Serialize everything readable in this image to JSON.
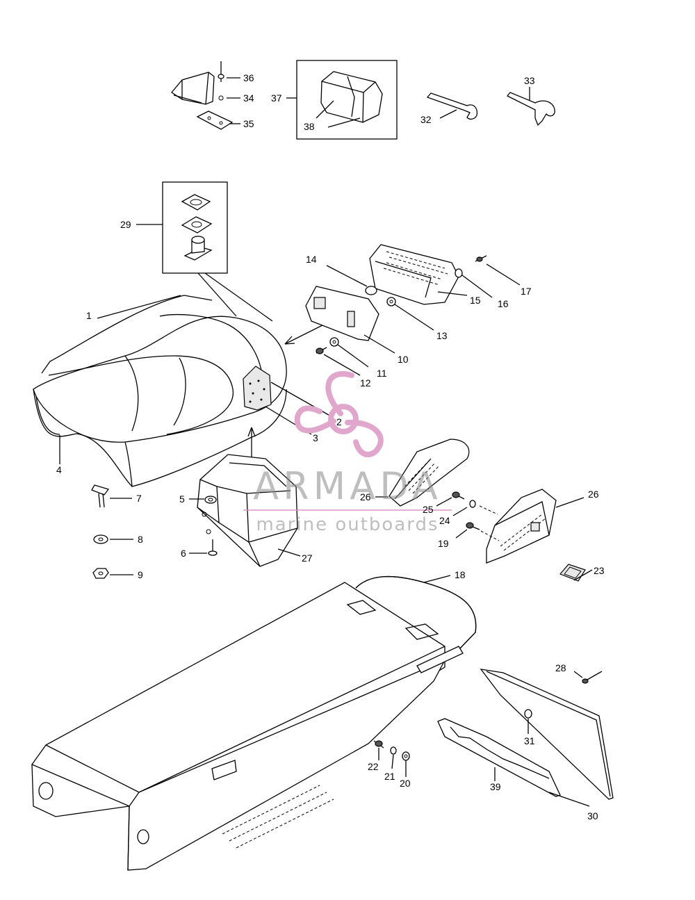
{
  "callouts": {
    "c1": "1",
    "c2": "2",
    "c3": "3",
    "c4": "4",
    "c5": "5",
    "c6": "6",
    "c7": "7",
    "c8": "8",
    "c9": "9",
    "c10": "10",
    "c11": "11",
    "c12": "12",
    "c13": "13",
    "c14": "14",
    "c15": "15",
    "c16": "16",
    "c17": "17",
    "c18": "18",
    "c19": "19",
    "c20": "20",
    "c21": "21",
    "c22": "22",
    "c23": "23",
    "c24": "24",
    "c25": "25",
    "c26a": "26",
    "c26b": "26",
    "c27": "27",
    "c28": "28",
    "c29": "29",
    "c30": "30",
    "c31": "31",
    "c32": "32",
    "c33": "33",
    "c34": "34",
    "c35": "35",
    "c36": "36",
    "c37": "37",
    "c38": "38",
    "c39": "39"
  },
  "watermark": {
    "brand": "ARMADA",
    "tagline": "marine outboards",
    "logo_color": "#e0a6cc"
  }
}
